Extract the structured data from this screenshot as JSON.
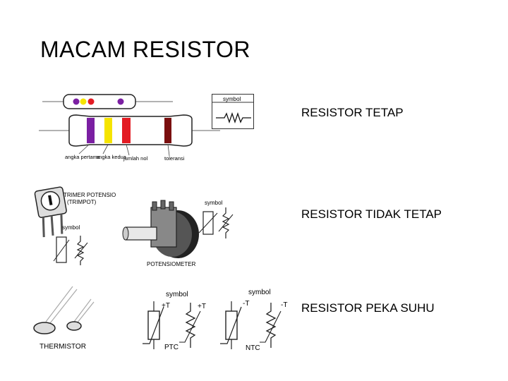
{
  "slide": {
    "title": "MACAM RESISTOR",
    "sections": [
      {
        "heading": "RESISTOR TETAP"
      },
      {
        "heading": "RESISTOR TIDAK TETAP"
      },
      {
        "heading": "RESISTOR PEKA SUHU"
      }
    ]
  },
  "fixed": {
    "symbol_label": "symbol",
    "band_labels": [
      "angka pertama",
      "angka kedua",
      "jumlah nol",
      "toleransi"
    ],
    "band_colors": [
      "#7b1fa2",
      "#f5e400",
      "#e31b23",
      "#7a0f0f"
    ]
  },
  "variable": {
    "trimpot_label_1": "TRIMER POTENSIO",
    "trimpot_label_2": "(TRIMPOT)",
    "trimpot_symbol_label": "symbol",
    "pot_symbol_label": "symbol",
    "pot_label": "POTENSIOMETER"
  },
  "thermal": {
    "thermistor_label": "THERMISTOR",
    "ptc_symbol_label": "symbol",
    "ntc_symbol_label": "symbol",
    "ptc_label": "PTC",
    "ntc_label": "NTC",
    "plus_t": "+T",
    "minus_t": "-T"
  }
}
